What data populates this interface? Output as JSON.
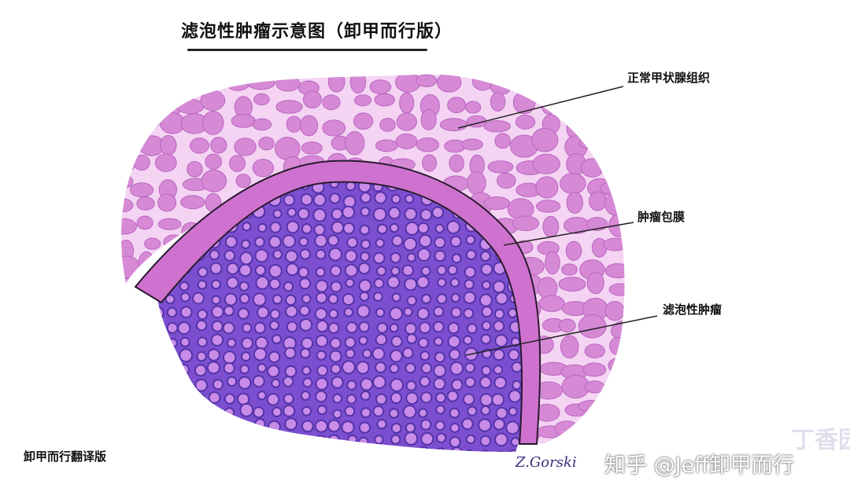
{
  "title": "滤泡性肿瘤示意图（卸甲而行版）",
  "labels": {
    "normal_thyroid": "正常甲状腺组织",
    "tumor_capsule": "肿瘤包膜",
    "follicular_tumor": "滤泡性肿瘤"
  },
  "footer_left": "卸甲而行翻译版",
  "watermark": "知乎 @Jeff卸甲而行",
  "corner_watermark": "丁香园",
  "signature": "Z.Gorski",
  "colors": {
    "normal_fill": "#f4d3f3",
    "normal_follicle": "#d68ad6",
    "normal_follicle_edge": "#b866bf",
    "capsule": "#cf72cf",
    "capsule_edge": "#2a1a30",
    "tumor_fill": "#7b4fcf",
    "tumor_follicle": "#c98ce8",
    "tumor_edge": "#5433a8"
  }
}
